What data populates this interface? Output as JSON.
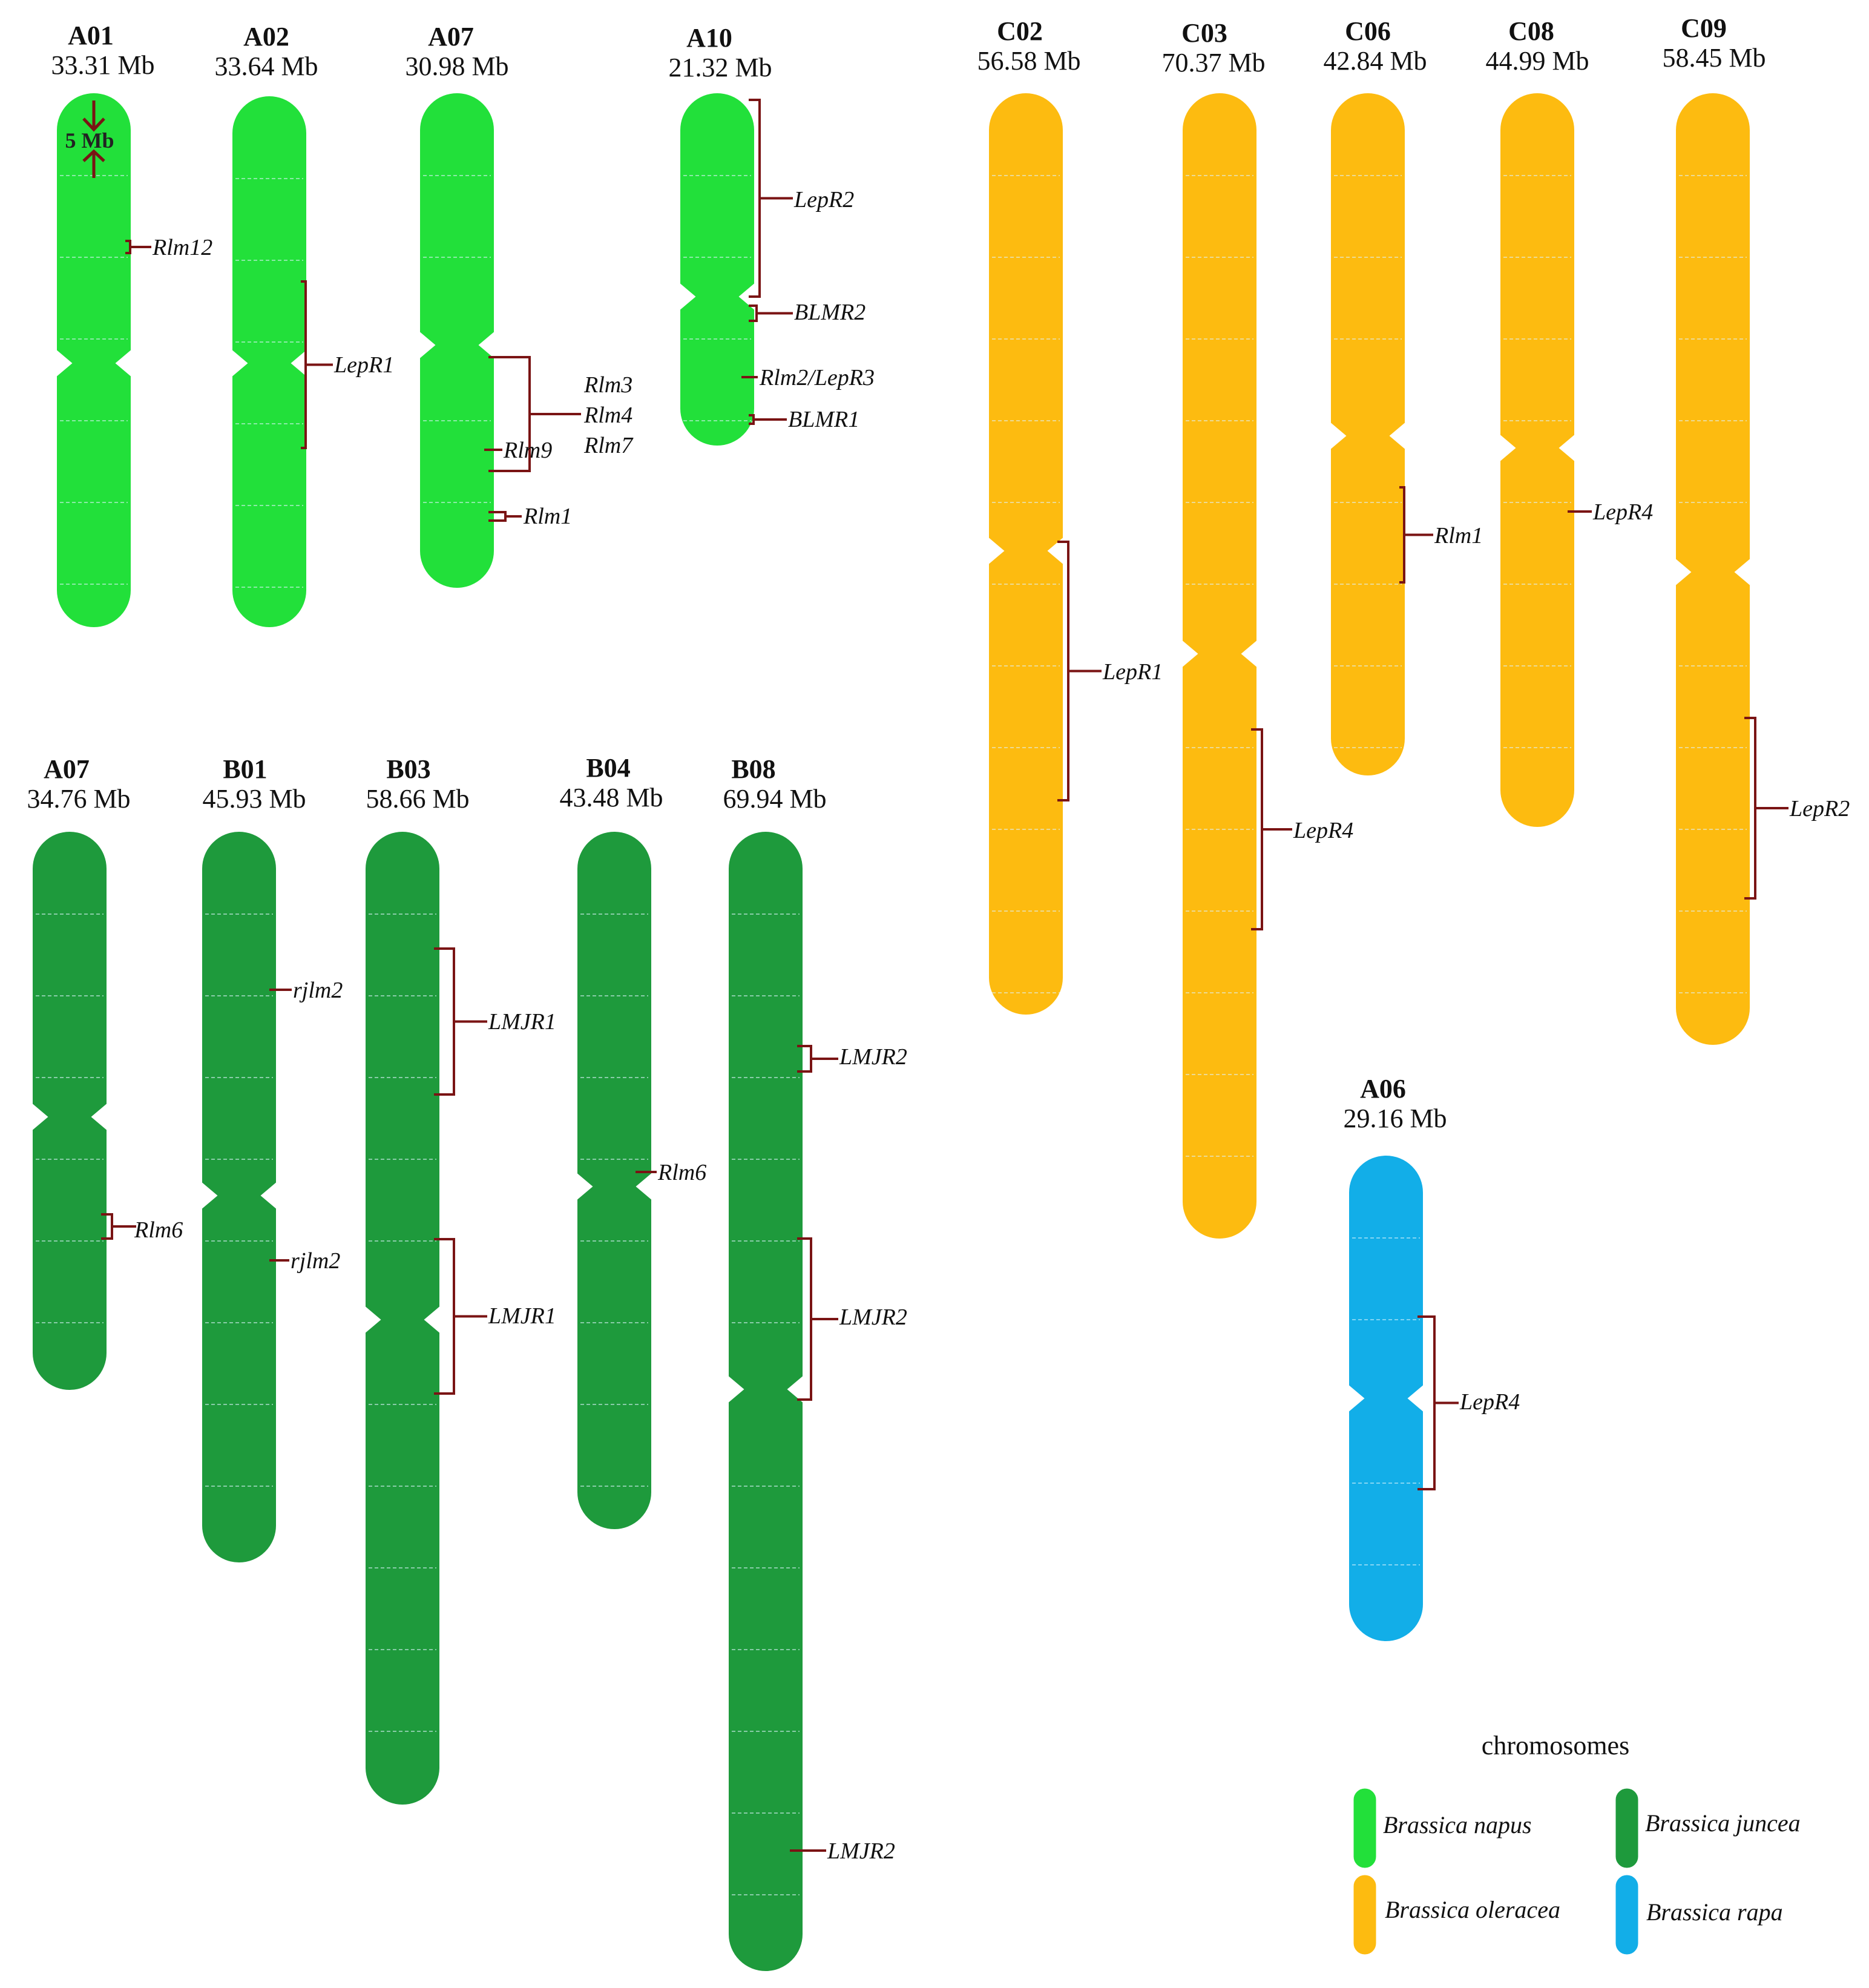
{
  "colors": {
    "napus": "#22e03a",
    "juncea": "#1e9a3c",
    "oleracea": "#fdbb10",
    "rapa": "#12aee8",
    "bracket": "#7a1414",
    "band": "#dff5ff"
  },
  "chromosomes": [
    {
      "id": "A01",
      "name": "A01",
      "size": "33.31 Mb",
      "species": "napus"
    },
    {
      "id": "A02",
      "name": "A02",
      "size": "33.64 Mb",
      "species": "napus"
    },
    {
      "id": "A07n",
      "name": "A07",
      "size": "30.98 Mb",
      "species": "napus"
    },
    {
      "id": "A10",
      "name": "A10",
      "size": "21.32 Mb",
      "species": "napus"
    },
    {
      "id": "C02",
      "name": "C02",
      "size": "56.58 Mb",
      "species": "oleracea"
    },
    {
      "id": "C03",
      "name": "C03",
      "size": "70.37 Mb",
      "species": "oleracea"
    },
    {
      "id": "C06",
      "name": "C06",
      "size": "42.84 Mb",
      "species": "oleracea"
    },
    {
      "id": "C08",
      "name": "C08",
      "size": "44.99 Mb",
      "species": "oleracea"
    },
    {
      "id": "C09",
      "name": "C09",
      "size": "58.45 Mb",
      "species": "oleracea"
    },
    {
      "id": "A07j",
      "name": "A07",
      "size": "34.76 Mb",
      "species": "juncea"
    },
    {
      "id": "B01",
      "name": "B01",
      "size": "45.93 Mb",
      "species": "juncea"
    },
    {
      "id": "B03",
      "name": "B03",
      "size": "58.66 Mb",
      "species": "juncea"
    },
    {
      "id": "B04",
      "name": "B04",
      "size": "43.48 Mb",
      "species": "juncea"
    },
    {
      "id": "B08",
      "name": "B08",
      "size": "69.94 Mb",
      "species": "juncea"
    },
    {
      "id": "A06",
      "name": "A06",
      "size": "29.16 Mb",
      "species": "rapa"
    }
  ],
  "genes": [
    {
      "chr": "A01",
      "label": "Rlm12"
    },
    {
      "chr": "A02",
      "label": "LepR1"
    },
    {
      "chr": "A07n",
      "label": "Rlm3"
    },
    {
      "chr": "A07n",
      "label": "Rlm4"
    },
    {
      "chr": "A07n",
      "label": "Rlm7"
    },
    {
      "chr": "A07n",
      "label": "Rlm9"
    },
    {
      "chr": "A07n",
      "label": "Rlm1"
    },
    {
      "chr": "A10",
      "label": "LepR2"
    },
    {
      "chr": "A10",
      "label": "BLMR2"
    },
    {
      "chr": "A10",
      "label": "Rlm2/LepR3"
    },
    {
      "chr": "A10",
      "label": "BLMR1"
    },
    {
      "chr": "C02",
      "label": "LepR1"
    },
    {
      "chr": "C03",
      "label": "LepR4"
    },
    {
      "chr": "C06",
      "label": "Rlm1"
    },
    {
      "chr": "C08",
      "label": "LepR4"
    },
    {
      "chr": "C09",
      "label": "LepR2"
    },
    {
      "chr": "A07j",
      "label": "Rlm6"
    },
    {
      "chr": "B01",
      "label": "rjlm2"
    },
    {
      "chr": "B01",
      "label": "rjlm2"
    },
    {
      "chr": "B03",
      "label": "LMJR1"
    },
    {
      "chr": "B03",
      "label": "LMJR1"
    },
    {
      "chr": "B04",
      "label": "Rlm6"
    },
    {
      "chr": "B08",
      "label": "LMJR2"
    },
    {
      "chr": "B08",
      "label": "LMJR2"
    },
    {
      "chr": "B08",
      "label": "LMJR2"
    },
    {
      "chr": "A06",
      "label": "LepR4"
    }
  ],
  "scale_label": "5 Mb",
  "legend": {
    "title": "chromosomes",
    "items": [
      {
        "species": "napus",
        "label": "Brassica napus"
      },
      {
        "species": "juncea",
        "label": "Brassica juncea"
      },
      {
        "species": "oleracea",
        "label": "Brassica oleracea"
      },
      {
        "species": "rapa",
        "label": "Brassica rapa"
      }
    ]
  }
}
